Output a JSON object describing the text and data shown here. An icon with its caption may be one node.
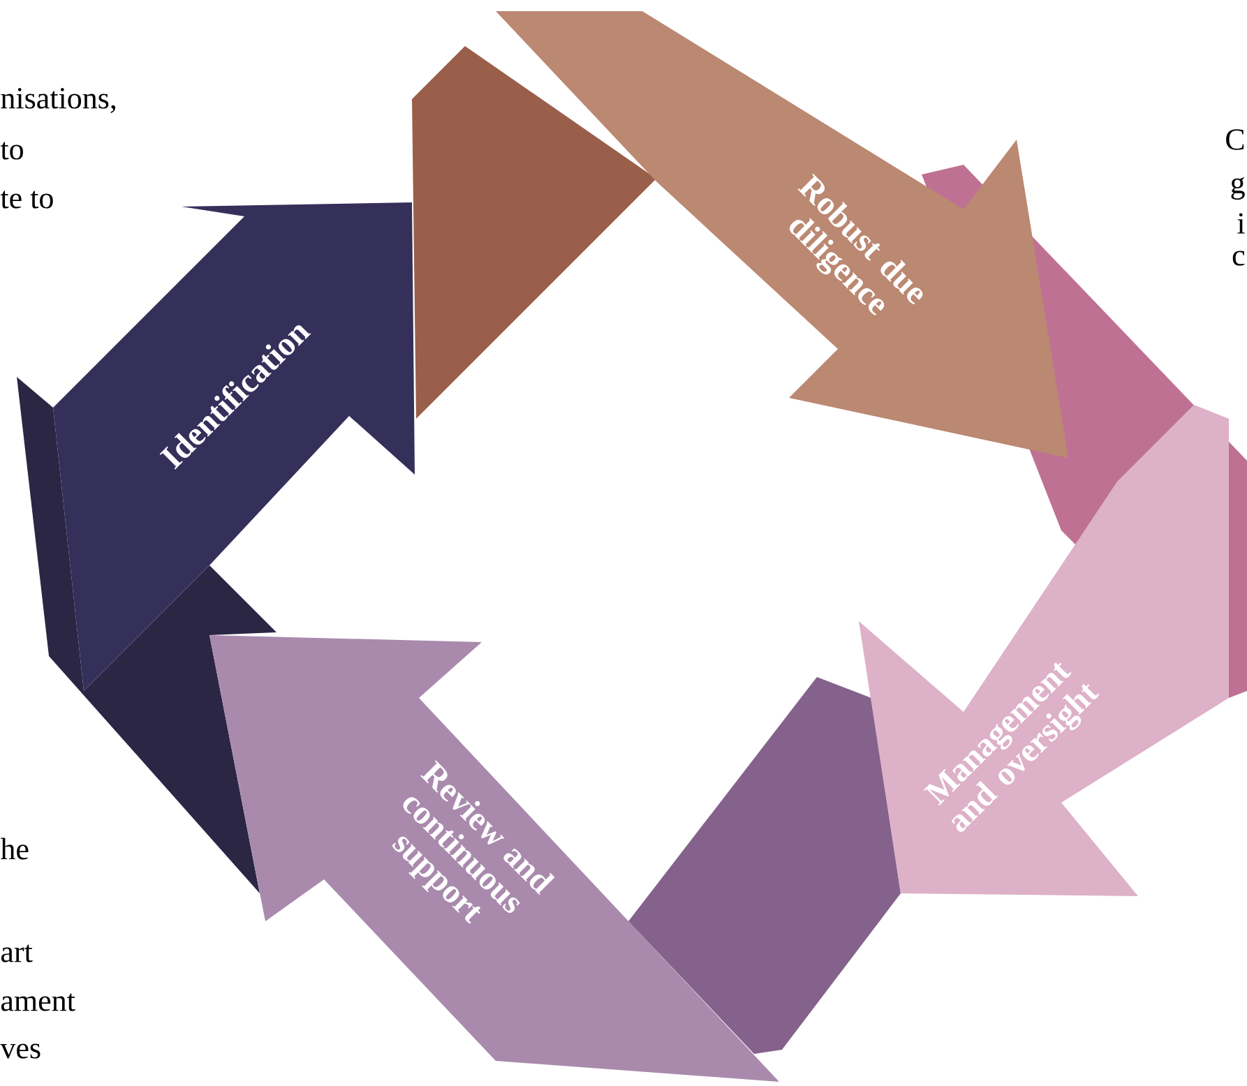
{
  "diagram": {
    "nodes": [
      {
        "text": [
          "Identification"
        ]
      },
      {
        "text": [
          "Robust due diligence"
        ]
      },
      {
        "text": [
          "Management and oversight"
        ]
      },
      {
        "text": [
          "Review and continuous support"
        ]
      }
    ],
    "labels": [
      "nisations,",
      "to",
      "te to",
      "C",
      "g",
      "i",
      "c",
      "he",
      "art",
      "ament",
      "ves"
    ]
  }
}
